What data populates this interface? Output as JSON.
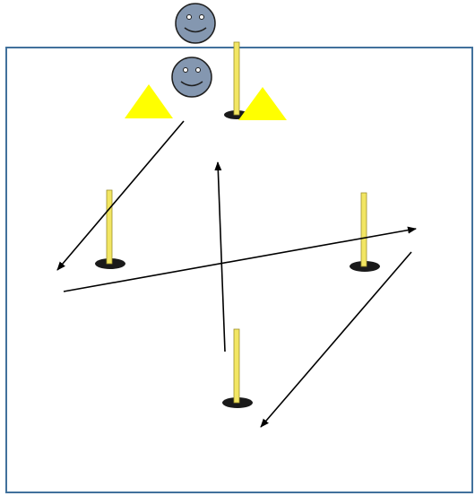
{
  "diagram": {
    "field": {
      "border_color": "#41719c",
      "fill": "#ffffff"
    },
    "colors": {
      "player_fill": "#8497b0",
      "player_stroke": "#1f1f1f",
      "cone_fill": "#ffff00",
      "pole_fill": "#f2e663",
      "pole_edge": "#9c8f2a",
      "pole_base": "#1a1a1a",
      "arrow": "#000000"
    },
    "players": [
      {
        "name": "player-1",
        "icon": "smiley-face-icon"
      },
      {
        "name": "player-2",
        "icon": "smiley-face-icon"
      }
    ],
    "cones": [
      {
        "name": "cone-left",
        "icon": "triangle-cone-icon"
      },
      {
        "name": "cone-right",
        "icon": "triangle-cone-icon"
      }
    ],
    "poles": [
      {
        "name": "pole-top",
        "icon": "slalom-pole-icon"
      },
      {
        "name": "pole-left",
        "icon": "slalom-pole-icon"
      },
      {
        "name": "pole-right",
        "icon": "slalom-pole-icon"
      },
      {
        "name": "pole-bottom",
        "icon": "slalom-pole-icon"
      }
    ],
    "arrows": [
      {
        "name": "arrow-start-to-left-pole",
        "icon": "arrow-icon"
      },
      {
        "name": "arrow-left-to-right-pole",
        "icon": "arrow-icon"
      },
      {
        "name": "arrow-right-to-bottom-pole",
        "icon": "arrow-icon"
      },
      {
        "name": "arrow-bottom-to-top-pole",
        "icon": "arrow-icon"
      }
    ]
  }
}
